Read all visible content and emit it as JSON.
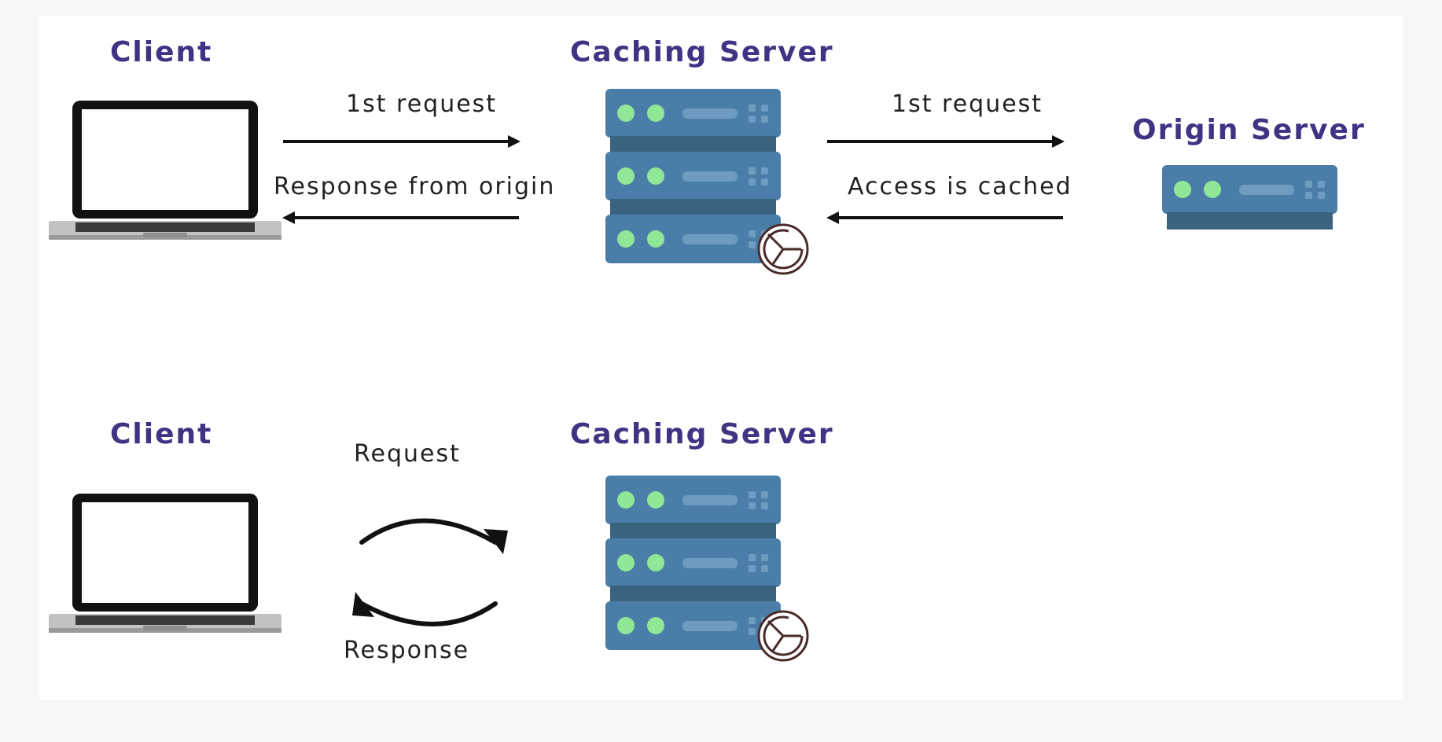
{
  "top_section": {
    "client_heading": "Client",
    "caching_heading": "Caching Server",
    "origin_heading": "Origin Server",
    "client_to_cache_label": "1st request",
    "cache_to_client_label": "Response from origin",
    "cache_to_origin_label": "1st request",
    "origin_to_cache_label": "Access is cached"
  },
  "bottom_section": {
    "client_heading": "Client",
    "caching_heading": "Caching Server",
    "request_label": "Request",
    "response_label": "Response"
  },
  "colors": {
    "heading": "#3f3384",
    "server_body": "#4a7ea8",
    "server_divider": "#3a6380",
    "server_led": "#90e896",
    "server_slot": "#6d9cc0",
    "laptop_frame": "#111111",
    "laptop_base": "#c2c2c2",
    "arrow": "#111111"
  },
  "icons": {
    "laptop": "laptop-icon",
    "server_stack": "server-stack-icon",
    "origin_server": "origin-server-icon",
    "cache_badge": "cache-clock-badge-icon"
  }
}
